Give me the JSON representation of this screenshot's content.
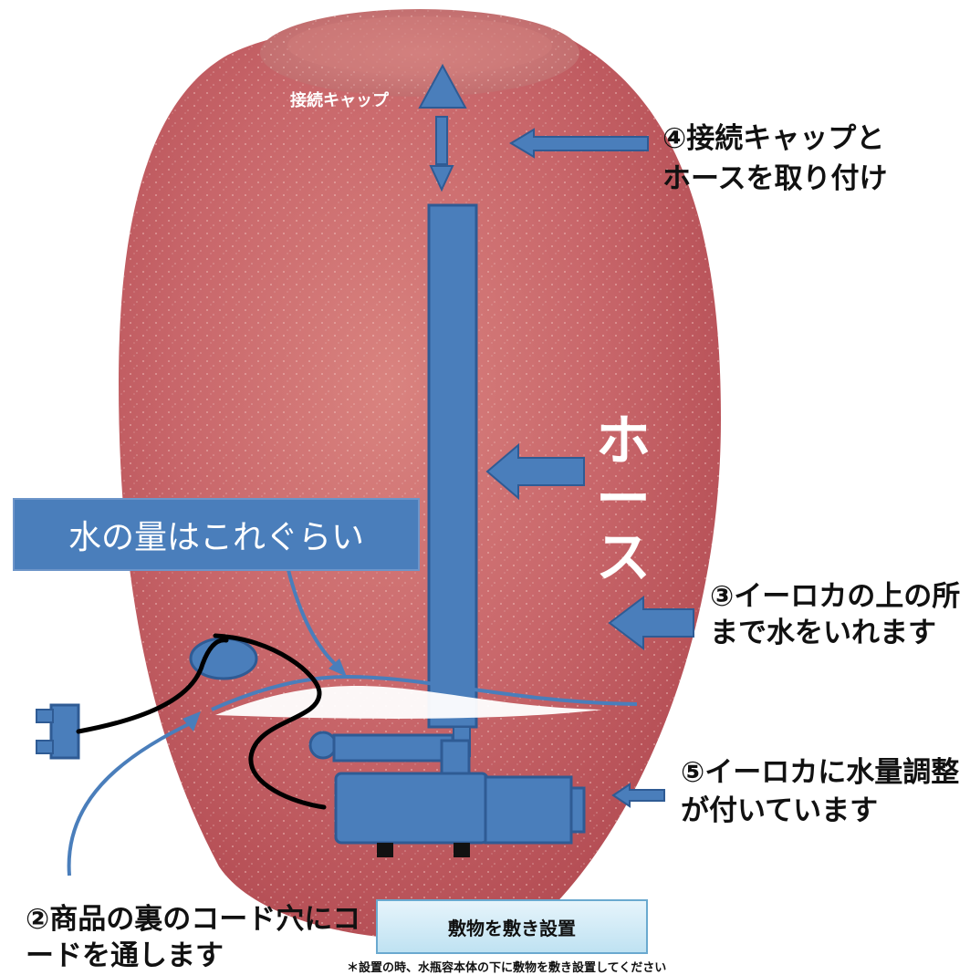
{
  "labels": {
    "connection_cap": "接続キャップ",
    "step4_line1": "④接続キャップと",
    "step4_line2": "ホースを取り付け",
    "hose": "ホース",
    "step3": "③イーロカの上の所まで水をいれます",
    "water_amount": "水の量はこれぐらい",
    "step5": "⑤イーロカに水量調整が付いています",
    "step2": "②商品の裏のコード穴にコードを通します",
    "mat_install": "敷物を敷き設置",
    "note": "＊設置の時、水瓶容本体の下に敷物を敷き設置してください"
  },
  "colors": {
    "jar": "#c0565a",
    "jar_highlight": "#e8a6a2",
    "diagram_blue": "#4a7ebb",
    "diagram_border": "#2f5b94",
    "cord": "#000000"
  }
}
